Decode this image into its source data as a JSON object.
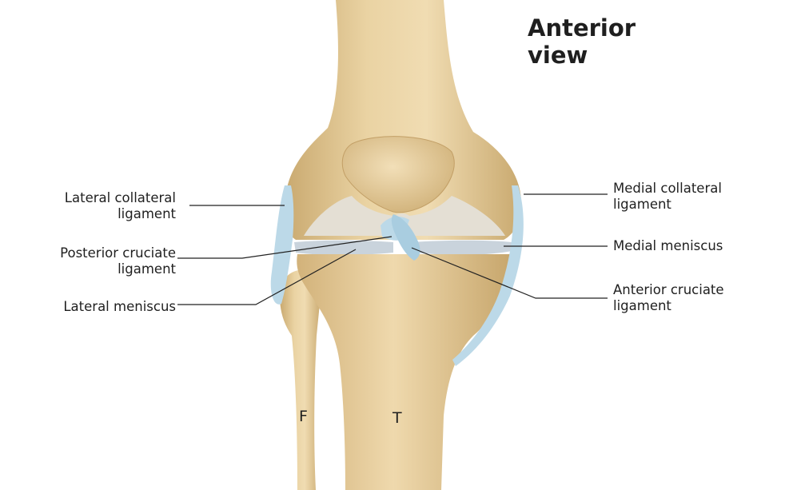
{
  "title": {
    "line1": "Anterior",
    "line2": "view"
  },
  "labels": {
    "lateral_collateral": {
      "line1": "Lateral collateral",
      "line2": "ligament"
    },
    "posterior_cruciate": {
      "line1": "Posterior cruciate",
      "line2": "ligament"
    },
    "lateral_meniscus": {
      "line1": "Lateral meniscus"
    },
    "medial_collateral": {
      "line1": "Medial collateral",
      "line2": "ligament"
    },
    "medial_meniscus": {
      "line1": "Medial meniscus"
    },
    "anterior_cruciate": {
      "line1": "Anterior cruciate",
      "line2": "ligament"
    }
  },
  "bone_letters": {
    "fibula": "F",
    "tibia": "T"
  },
  "colors": {
    "bone": "#e8cf9e",
    "bone_shadow": "#c9a96f",
    "ligament": "#bcd9e8",
    "cartilage": "#e4dfd4",
    "meniscus": "#c9d3dc",
    "leader_line": "#222222"
  }
}
